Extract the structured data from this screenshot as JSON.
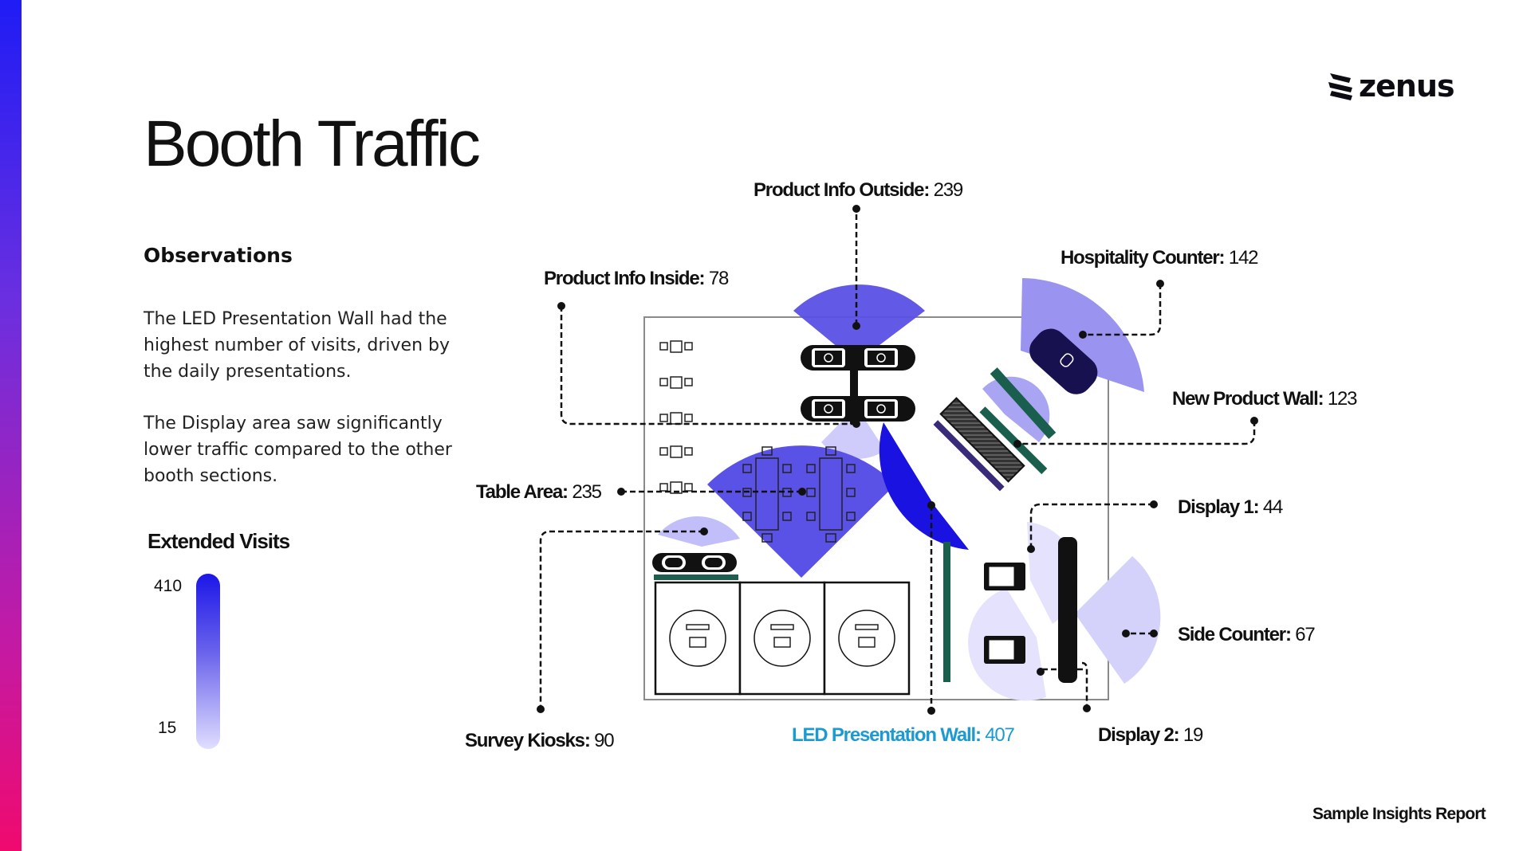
{
  "brand": {
    "logo_text": "zenus",
    "accent_gradient": [
      "#1f1cf5",
      "#6a2fe0",
      "#c21aa5",
      "#f00a6e"
    ]
  },
  "page": {
    "title": "Booth Traffic",
    "footer": "Sample Insights Report"
  },
  "observations": {
    "heading": "Observations",
    "paragraphs": [
      "The LED Presentation Wall had the highest number of visits, driven by the daily presentations.",
      "The Display area saw significantly lower traffic compared to the other booth sections."
    ]
  },
  "legend": {
    "title": "Extended Visits",
    "max": "410",
    "min": "15",
    "color_high": "#1c16e8",
    "color_low": "#e0deff"
  },
  "zones": [
    {
      "key": "product_info_outside",
      "name": "Product Info Outside:",
      "value": "239"
    },
    {
      "key": "hospitality_counter",
      "name": "Hospitality Counter:",
      "value": "142"
    },
    {
      "key": "product_info_inside",
      "name": "Product Info Inside:",
      "value": "78"
    },
    {
      "key": "new_product_wall",
      "name": "New Product Wall:",
      "value": "123"
    },
    {
      "key": "table_area",
      "name": "Table Area:",
      "value": "235"
    },
    {
      "key": "display_1",
      "name": "Display 1:",
      "value": "44"
    },
    {
      "key": "side_counter",
      "name": "Side Counter:",
      "value": "67"
    },
    {
      "key": "survey_kiosks",
      "name": "Survey Kiosks:",
      "value": "90"
    },
    {
      "key": "led_presentation_wall",
      "name": "LED Presentation Wall:",
      "value": "407"
    },
    {
      "key": "display_2",
      "name": "Display 2:",
      "value": "19"
    }
  ]
}
